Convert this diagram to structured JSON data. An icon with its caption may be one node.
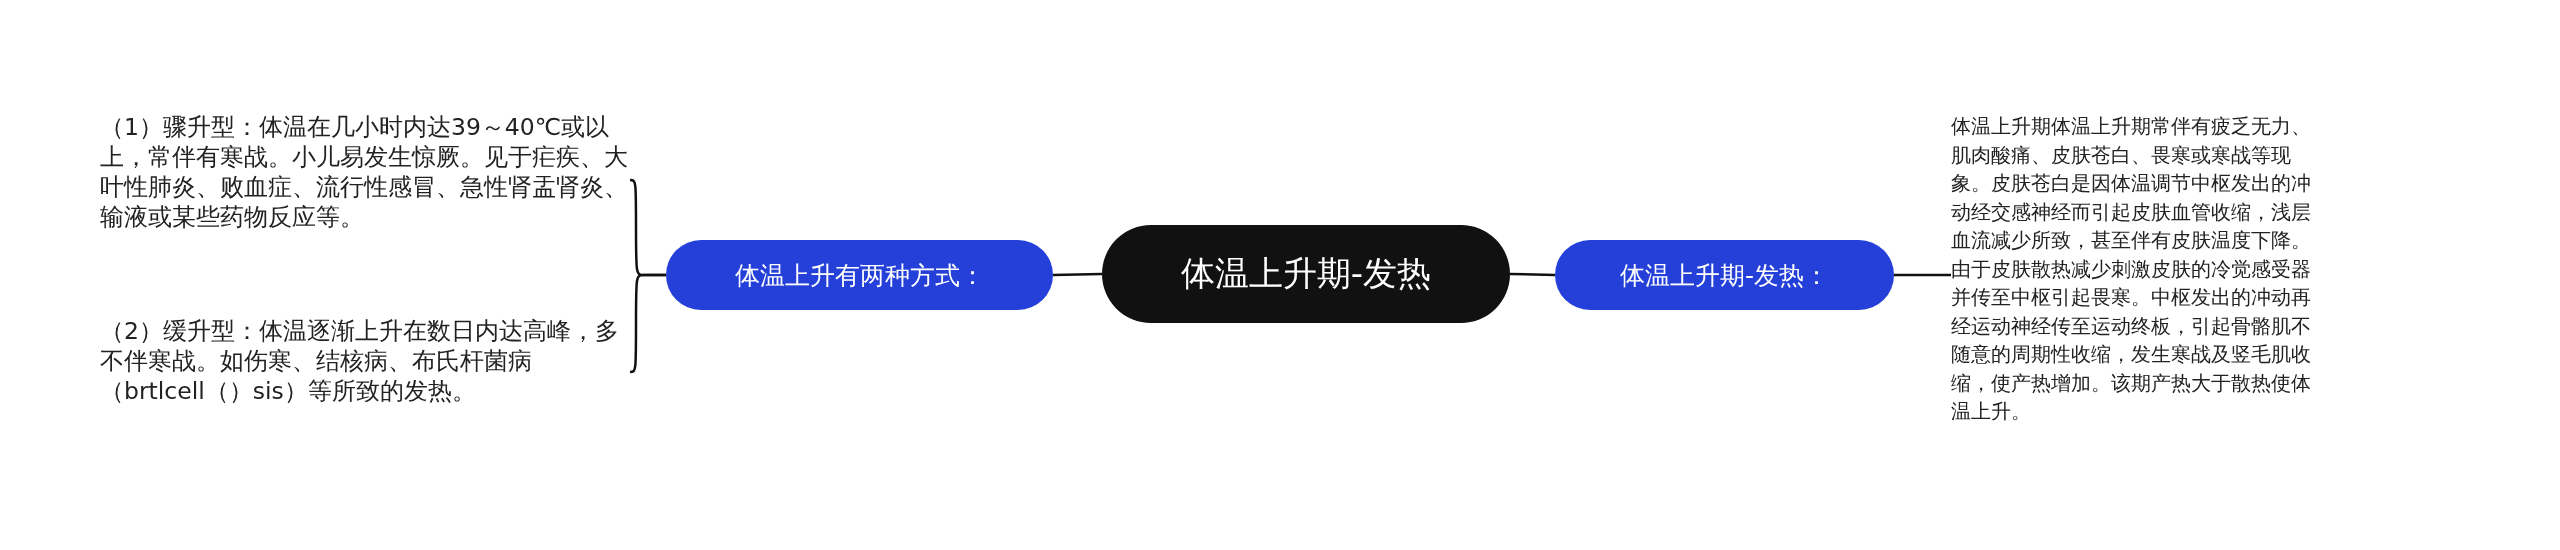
{
  "diagram": {
    "nodes": [
      {
        "text": [
          "体温上升期-发热"
        ]
      },
      {
        "text": [
          "体温上升有两种方式："
        ]
      },
      {
        "text": [
          "（1）骤升型：体温在几小时内达39～40℃或以上，常伴有寒战。小儿易发生惊厥。见于疟疾、大叶性肺炎、败血症、流行性感冒、急性肾盂肾炎、输液或某些药物反应等。"
        ]
      },
      {
        "text": [
          "（2）缓升型：体温逐渐上升在数日内达高峰，多不伴寒战。如伤寒、结核病、布氏杆菌病（brtlcell（）sis）等所致的发热。"
        ]
      },
      {
        "text": [
          "体温上升期-发热："
        ]
      },
      {
        "text": [
          "体温上升期体温上升期常伴有疲乏无力、肌肉酸痛、皮肤苍白、畏寒或寒战等现象。皮肤苍白是因体温调节中枢发出的冲动经交感神经而引起皮肤血管收缩，浅层血流减少所致，甚至伴有皮肤温度下降。由于皮肤散热减少刺激皮肤的冷觉感受器并传至中枢引起畏寒。中枢发出的冲动再经运动神经传至运动终板，引起骨骼肌不随意的周期性收缩，发生寒战及竖毛肌收缩，使产热增加。该期产热大于散热使体温上升。"
        ]
      }
    ],
    "edges": [
      {
        "from": 0,
        "to": 1,
        "arrow": "none"
      },
      {
        "from": 1,
        "to": 2,
        "arrow": "none"
      },
      {
        "from": 1,
        "to": 3,
        "arrow": "none"
      },
      {
        "from": 0,
        "to": 4,
        "arrow": "none"
      },
      {
        "from": 4,
        "to": 5,
        "arrow": "none"
      }
    ]
  }
}
